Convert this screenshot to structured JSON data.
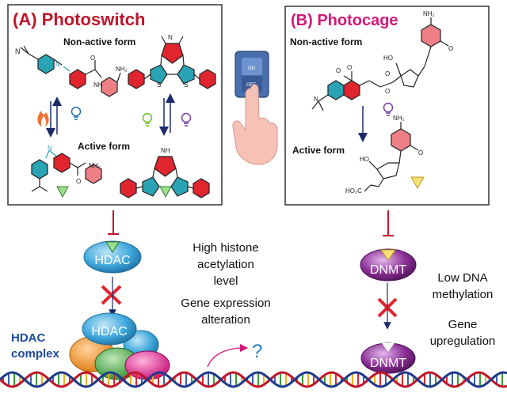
{
  "panel_a": {
    "title": "(A) Photoswitch",
    "inactive_label": "Non-active form",
    "active_label": "Active form"
  },
  "panel_b": {
    "title": "(B) Photocage",
    "inactive_label": "Non-active form",
    "active_label": "Active form"
  },
  "switch": {
    "on_label": "ON",
    "off_label": "OFF"
  },
  "chem_labels": {
    "n": "N",
    "nh2": "NH₂",
    "nh": "NH",
    "o": "O",
    "s": "S",
    "ho": "HO",
    "hooc": "HO₂C",
    "cl": "O"
  },
  "enzyme_a": {
    "hdac_label": "HDAC",
    "hdac_complex_label": "HDAC",
    "complex_caption_line1": "HDAC",
    "complex_caption_line2": "complex",
    "effect_line1": "High histone",
    "effect_line2": "acetylation",
    "effect_line3": "level",
    "effect_line4": "Gene expression",
    "effect_line5": "alteration",
    "question": "?"
  },
  "enzyme_b": {
    "dnmt_label": "DNMT",
    "dnmt_bottom_label": "DNMT",
    "effect_line1": "Low DNA",
    "effect_line2": "methylation",
    "effect_line3": "Gene",
    "effect_line4": "upregulation"
  },
  "colors": {
    "title_a": "#c0152a",
    "title_b": "#d4177a",
    "ring_red": "#e0252f",
    "ring_teal": "#2aa3b5",
    "ring_pink": "#ef7f86",
    "ring_green": "#3a9b36",
    "hdac_blue": "#3fa8dc",
    "dnmt_purple": "#8a2f96",
    "inhibit_red": "#c0152a",
    "complex_orange": "#f28c28",
    "complex_green": "#4cae4c",
    "complex_magenta": "#e21f8f",
    "complex_caption": "#1d4a9b"
  }
}
